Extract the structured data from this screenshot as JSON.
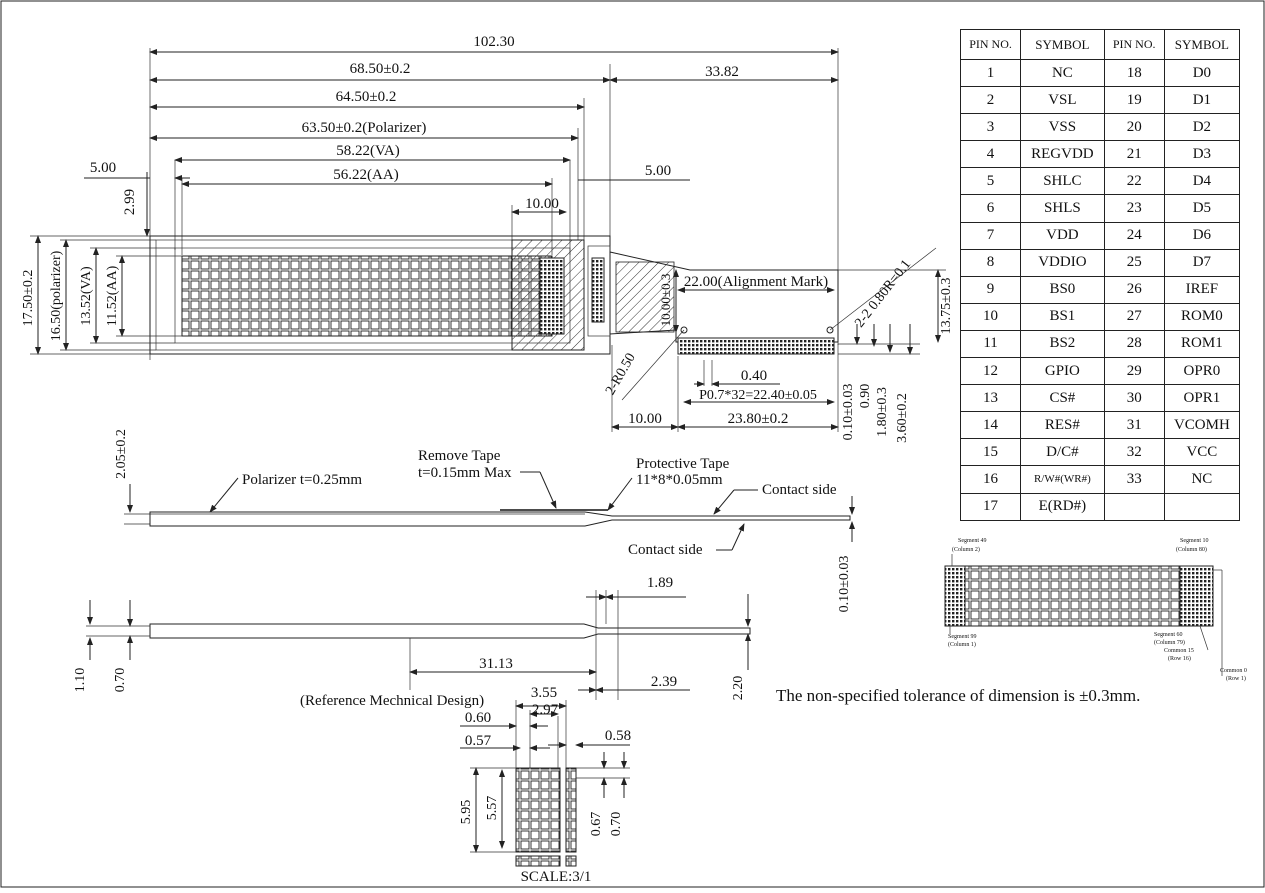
{
  "main_view": {
    "total_width": "102.30",
    "panel_width": "68.50±0.2",
    "glass_width": "64.50±0.2",
    "polarizer_width": "63.50±0.2(Polarizer)",
    "va_width": "58.22(VA)",
    "aa_width": "56.22(AA)",
    "fpc_length": "33.82",
    "left_offset": "5.00",
    "right_offset": "5.00",
    "top_offset": "2.99",
    "hatch_width": "10.00",
    "height_total": "17.50±0.2",
    "height_polarizer": "16.50(polarizer)",
    "height_va": "13.52(VA)",
    "height_aa": "11.52(AA)"
  },
  "fpc": {
    "alignment": "22.00(Alignment Mark)",
    "hole": "2-2 0.80R=0.1",
    "r_mark": "2-R0.50",
    "height_a": "10.00±0.3",
    "height_b": "13.75±0.3",
    "pin_width": "0.40",
    "pitch": "P0.7*32=22.40±0.05",
    "left": "10.00",
    "width": "23.80±0.2",
    "t1": "0.10±0.03",
    "t2": "0.90",
    "t3": "1.80±0.3",
    "t4": "3.60±0.2"
  },
  "side_view": {
    "thickness": "2.05±0.2",
    "polarizer": "Polarizer t=0.25mm",
    "remove_tape_1": "Remove Tape",
    "remove_tape_2": "t=0.15mm Max",
    "protect_1": "Protective Tape",
    "protect_2": "11*8*0.05mm",
    "contact_1": "Contact side",
    "contact_2": "Contact side",
    "contact_t": "0.10±0.03"
  },
  "bottom_view": {
    "d189": "1.89",
    "d110": "1.10",
    "d070": "0.70",
    "d3113": "31.13",
    "d239": "2.39",
    "d220": "2.20",
    "ref": "(Reference Mechnical Design)"
  },
  "pixel_detail": {
    "d355": "3.55",
    "d297": "2.97",
    "d060": "0.60",
    "d057": "0.57",
    "d058": "0.58",
    "d595": "5.95",
    "d557": "5.57",
    "d067": "0.67",
    "d070": "0.70",
    "scale": "SCALE:3/1"
  },
  "pin_table": {
    "headers": [
      "PIN NO.",
      "SYMBOL",
      "PIN NO.",
      "SYMBOL"
    ],
    "rows": [
      [
        "1",
        "NC",
        "18",
        "D0"
      ],
      [
        "2",
        "VSL",
        "19",
        "D1"
      ],
      [
        "3",
        "VSS",
        "20",
        "D2"
      ],
      [
        "4",
        "REGVDD",
        "21",
        "D3"
      ],
      [
        "5",
        "SHLC",
        "22",
        "D4"
      ],
      [
        "6",
        "SHLS",
        "23",
        "D5"
      ],
      [
        "7",
        "VDD",
        "24",
        "D6"
      ],
      [
        "8",
        "VDDIO",
        "25",
        "D7"
      ],
      [
        "9",
        "BS0",
        "26",
        "IREF"
      ],
      [
        "10",
        "BS1",
        "27",
        "ROM0"
      ],
      [
        "11",
        "BS2",
        "28",
        "ROM1"
      ],
      [
        "12",
        "GPIO",
        "29",
        "OPR0"
      ],
      [
        "13",
        "CS#",
        "30",
        "OPR1"
      ],
      [
        "14",
        "RES#",
        "31",
        "VCOMH"
      ],
      [
        "15",
        "D/C#",
        "32",
        "VCC"
      ],
      [
        "16",
        "R/W#(WR#)",
        "33",
        "NC"
      ],
      [
        "17",
        "E(RD#)",
        "",
        ""
      ]
    ]
  },
  "segment_map": {
    "tl_1": "Segment 49",
    "tl_2": "(Column 2)",
    "tr_1": "Segment 10",
    "tr_2": "(Column 80)",
    "bl_1": "Segment 99",
    "bl_2": "(Column 1)",
    "br_1": "Segment 60",
    "br_2": "(Column 79)",
    "c15_1": "Common 15",
    "c15_2": "(Row 16)",
    "c0_1": "Common 0",
    "c0_2": "(Row 1)"
  },
  "note": "The non-specified tolerance of dimension is ±0.3mm."
}
